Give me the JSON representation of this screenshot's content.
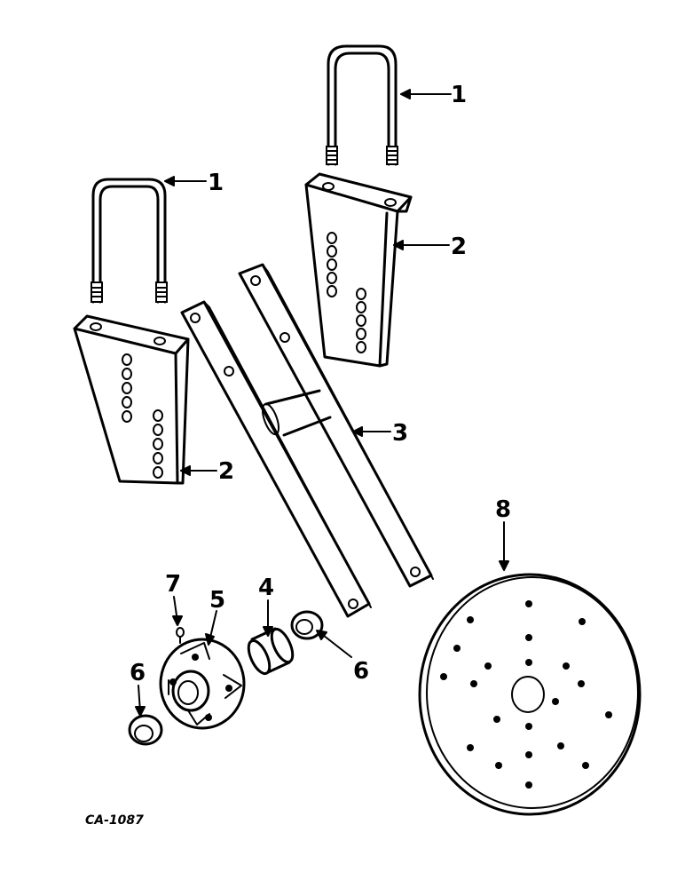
{
  "figure_id": "CA-1087",
  "callouts": {
    "c1a": "1",
    "c1b": "1",
    "c2a": "2",
    "c2b": "2",
    "c3": "3",
    "c4": "4",
    "c5": "5",
    "c6a": "6",
    "c6b": "6",
    "c7": "7",
    "c8": "8"
  },
  "colors": {
    "ink": "#000000",
    "paper": "#ffffff"
  }
}
